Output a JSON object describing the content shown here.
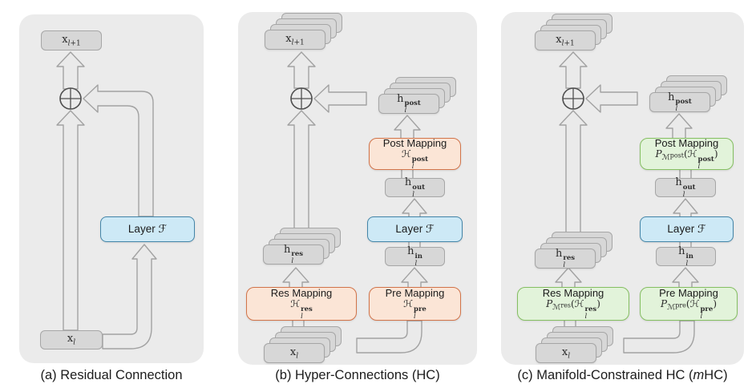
{
  "figure": {
    "type": "neural-network-architecture-diagram",
    "colors": {
      "page_bg": "#ffffff",
      "panel_bg": "#ebebeb",
      "gray_box_fill": "#d7d7d7",
      "gray_box_border": "#a6a6a6",
      "layer_box_fill": "#cde9f6",
      "layer_box_border": "#4385a8",
      "mapping_orange_fill": "#fbe5d6",
      "mapping_orange_border": "#d2744a",
      "mapping_green_fill": "#e2f3da",
      "mapping_green_border": "#85bf62",
      "arrow_fill": "#eaeaea",
      "arrow_stroke": "#a2a2a2",
      "sum_node_stroke": "#4f4f4f"
    }
  },
  "labels": {
    "x_next": "x<sub><i>l</i>+1</sub>",
    "x_cur": "x<sub><i>l</i></sub>",
    "layer": "Layer ℱ",
    "h_res": "h<span class=\"ss\"><span class=\"t\">res</span><span class=\"b\">l</span></span>",
    "h_in": "h<span class=\"ss\"><span class=\"t\">in</span><span class=\"b\">l</span></span>",
    "h_out": "h<span class=\"ss\"><span class=\"t\">out</span><span class=\"b\">l</span></span>",
    "h_post": "h<span class=\"ss\"><span class=\"t\">post</span><span class=\"b\">l</span></span>",
    "post_mapping": "Post Mapping",
    "res_mapping": "Res Mapping",
    "pre_mapping": "Pre Mapping",
    "H_post": "ℋ<span class=\"ss\"><span class=\"t\">post</span><span class=\"b\">l</span></span>",
    "H_res": "ℋ<span class=\"ss\"><span class=\"t\">res</span><span class=\"b\">l</span></span>",
    "H_pre": "ℋ<span class=\"ss\"><span class=\"t\">pre</span><span class=\"b\">l</span></span>",
    "P_post": "<span class=\"scr\">P</span><span class=\"msub\">ℳ<span class=\"msup\">post</span></span>(ℋ<span class=\"ss\"><span class=\"t\">post</span><span class=\"b\">l</span></span>)",
    "P_res": "<span class=\"scr\">P</span><span class=\"msub\">ℳ<span class=\"msup\">res</span></span>(ℋ<span class=\"ss\"><span class=\"t\">res</span><span class=\"b\">l</span></span>)",
    "P_pre": "<span class=\"scr\">P</span><span class=\"msub\">ℳ<span class=\"msup\">pre</span></span>(ℋ<span class=\"ss\"><span class=\"t\">pre</span><span class=\"b\">l</span></span>)"
  },
  "captions": {
    "a": "(a) Residual Connection",
    "b": "(b) Hyper-Connections (HC)",
    "c": "(c) Manifold-Constrained HC (<i>m</i>HC)"
  }
}
